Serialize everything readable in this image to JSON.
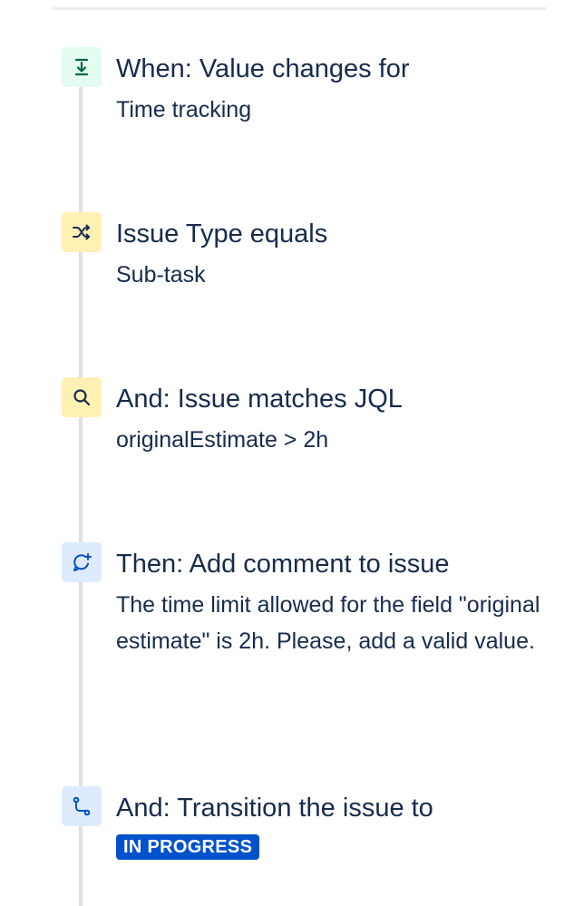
{
  "rules": [
    {
      "title": "When: Value changes for",
      "detail": "Time tracking",
      "icon": "field-value-changed-icon",
      "kind": "trigger",
      "color": "#006644",
      "bg": "#e3fcef"
    },
    {
      "title": "Issue Type equals",
      "detail": "Sub-task",
      "icon": "shuffle-icon",
      "kind": "condition",
      "color": "#172b4d",
      "bg": "#fff0b3"
    },
    {
      "title": "And: Issue matches JQL",
      "detail": "originalEstimate > 2h",
      "icon": "search-icon",
      "kind": "condition",
      "color": "#172b4d",
      "bg": "#fff0b3"
    },
    {
      "title": "Then: Add comment to issue",
      "detail": "The time limit allowed for the field \"original estimate\" is 2h. Please, add a valid value.",
      "icon": "add-comment-icon",
      "kind": "action",
      "color": "#0052cc",
      "bg": "#deebff"
    },
    {
      "title": "And: Transition the issue to",
      "status": "IN PROGRESS",
      "icon": "transition-icon",
      "kind": "action",
      "color": "#0052cc",
      "bg": "#deebff"
    }
  ],
  "colors": {
    "rail": "#dfe1e6",
    "status_lozenge": "#0052cc",
    "text": "#172b4d"
  }
}
